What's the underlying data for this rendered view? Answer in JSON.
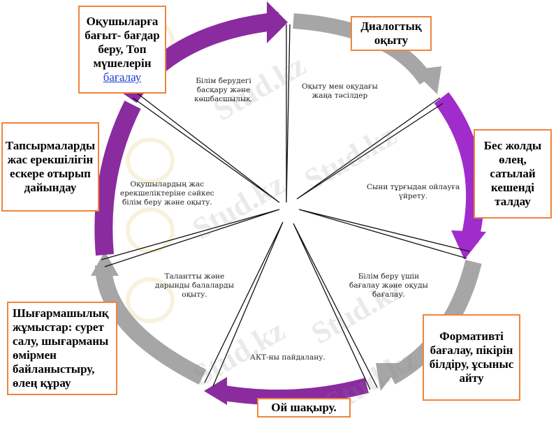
{
  "colors": {
    "purple": "#8a2ba0",
    "purple_light": "#b05ac8",
    "gray": "#a6a6a6",
    "box_border": "#f0843c",
    "link": "#1a3fd6"
  },
  "watermark": "Stud.kz",
  "boxes": {
    "top_left": {
      "lines": [
        "Оқушыларға",
        "бағыт- бағдар",
        "беру, Топ",
        "мүшелерін"
      ],
      "link": "бағалау"
    },
    "top_right": {
      "lines": [
        "Диалогтық",
        "оқыту"
      ]
    },
    "right": {
      "lines": [
        "Бес жолды",
        "өлең,",
        "сатылай",
        "кешенді",
        "талдау"
      ]
    },
    "left": {
      "lines": [
        "Тапсырмаларды",
        "жас ерекшілігін",
        "ескере отырып",
        "дайындау"
      ]
    },
    "bottom_right": {
      "lines": [
        "Формативті",
        "бағалау, пікірін",
        "білдіру, ұсыныс",
        "айту"
      ]
    },
    "bottom_left": {
      "lines": [
        "Шығармашылық",
        "жұмыстар: сурет",
        "салу, шығарманы",
        "өмірмен",
        "байланыстыру,",
        "өлең құрау"
      ]
    },
    "bottom": {
      "lines": [
        "Ой шақыру."
      ]
    }
  },
  "segments": [
    {
      "lines": [
        "Білім берудегі",
        "басқару және",
        "көшбасшылық."
      ]
    },
    {
      "lines": [
        "Оқыту мен оқудағы",
        "жаңа тәсілдер"
      ]
    },
    {
      "lines": [
        "Сыни тұрғыдан ойлауға",
        "үйрету."
      ]
    },
    {
      "lines": [
        "Білім беру үшін",
        "бағалау және оқуды",
        "бағалау."
      ]
    },
    {
      "lines": [
        "АКТ-ны пайдалану."
      ]
    },
    {
      "lines": [
        "Талантты және",
        "дарынды балаларды",
        "оқыту."
      ]
    },
    {
      "lines": [
        "Оқушылардың жас",
        "ерекшеліктеріне сәйкес",
        "білім беру және оқыту."
      ]
    }
  ]
}
